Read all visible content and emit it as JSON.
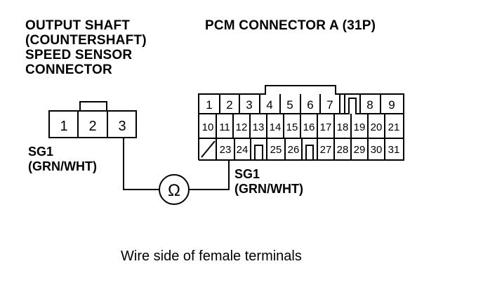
{
  "sensor_connector": {
    "title_lines": [
      "OUTPUT SHAFT",
      "(COUNTERSHAFT)",
      "SPEED SENSOR",
      "CONNECTOR"
    ],
    "pins": [
      "1",
      "2",
      "3"
    ],
    "wire_label_lines": [
      "SG1",
      "(GRN/WHT)"
    ]
  },
  "pcm_connector": {
    "title": "PCM CONNECTOR A (31P)",
    "row1": [
      "1",
      "2",
      "3",
      "4",
      "5",
      "6",
      "7",
      "8",
      "9"
    ],
    "row2": [
      "10",
      "11",
      "12",
      "13",
      "14",
      "15",
      "16",
      "17",
      "18",
      "19",
      "20",
      "21"
    ],
    "row3": [
      "23",
      "24",
      "25",
      "26",
      "27",
      "28",
      "29",
      "30",
      "31"
    ],
    "wire_label_lines": [
      "SG1",
      "(GRN/WHT)"
    ]
  },
  "meter_symbol": "Ω",
  "caption": "Wire side of female terminals"
}
